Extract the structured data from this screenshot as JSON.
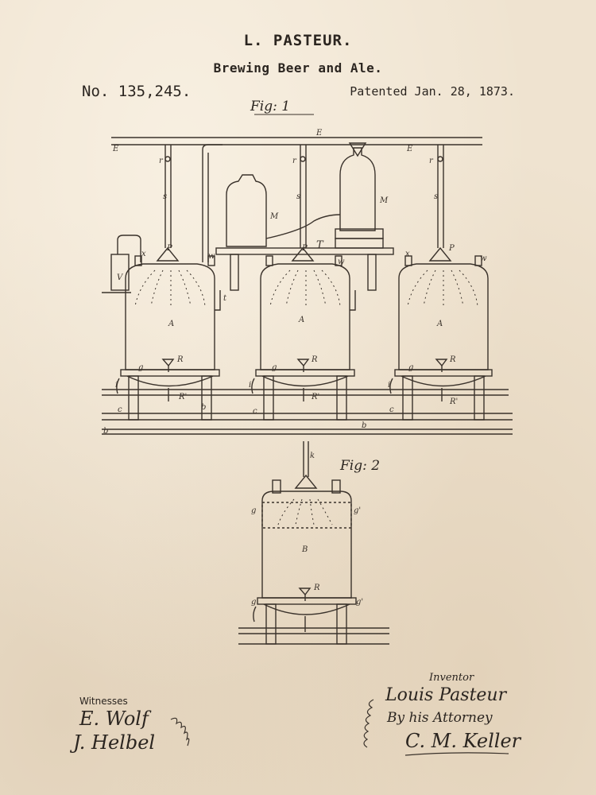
{
  "header": {
    "title": "L. PASTEUR.",
    "subtitle": "Brewing Beer and Ale.",
    "patent_number": "No. 135,245.",
    "patent_date": "Patented Jan. 28, 1873."
  },
  "figures": {
    "fig1_label": "Fig: 1",
    "fig2_label": "Fig: 2"
  },
  "witnesses": {
    "label": "Witnesses",
    "names": [
      "E. Wolf",
      "J. Helbel"
    ]
  },
  "inventor": {
    "label": "Inventor",
    "name": "Louis Pasteur",
    "attorney_line": "By his Attorney",
    "attorney_name": "C. M. Keller"
  },
  "drawing_labels": {
    "E": "E",
    "s": "s",
    "r": "r",
    "M": "M",
    "T": "T",
    "P": "P",
    "x": "x",
    "w": "w",
    "A": "A",
    "R": "R",
    "Rp": "R'",
    "g": "g",
    "i": "i",
    "c": "c",
    "b": "b",
    "t": "t",
    "V": "V",
    "B": "B",
    "gp": "g'",
    "k": "k"
  },
  "colors": {
    "paper": "#efe3d0",
    "ink": "#2b2520"
  }
}
